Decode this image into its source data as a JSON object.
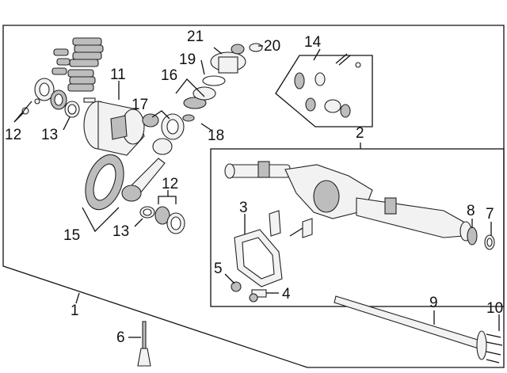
{
  "callouts": [
    "1",
    "2",
    "3",
    "4",
    "5",
    "6",
    "7",
    "8",
    "9",
    "10",
    "11",
    "12",
    "12",
    "13",
    "13",
    "14",
    "15",
    "16",
    "17",
    "18",
    "19",
    "20",
    "21"
  ]
}
